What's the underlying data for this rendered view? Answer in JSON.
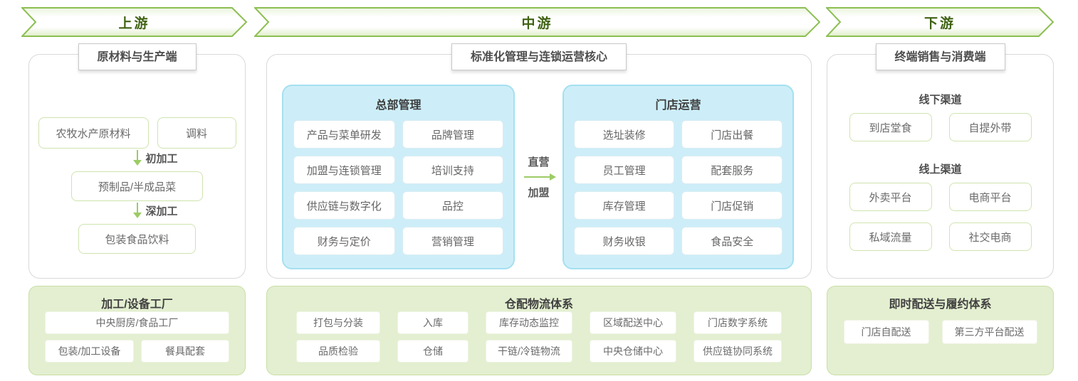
{
  "banners": {
    "upstream": "上游",
    "midstream": "中游",
    "downstream": "下游"
  },
  "upstream": {
    "title": "原材料与生产端",
    "nodes": {
      "raw": "农牧水产原材料",
      "seasoning": "调料",
      "semi": "预制品/半成品菜",
      "packaged": "包装食品饮料"
    },
    "arrows": {
      "primary": "初加工",
      "deep": "深加工"
    }
  },
  "midstream": {
    "title": "标准化管理与连锁运营核心",
    "hq": {
      "title": "总部管理",
      "items": [
        "产品与菜单研发",
        "品牌管理",
        "加盟与连锁管理",
        "培训支持",
        "供应链与数字化",
        "品控",
        "财务与定价",
        "营销管理"
      ]
    },
    "flow": {
      "top": "直营",
      "bottom": "加盟"
    },
    "store": {
      "title": "门店运营",
      "items": [
        "选址装修",
        "门店出餐",
        "员工管理",
        "配套服务",
        "库存管理",
        "门店促销",
        "财务收银",
        "食品安全"
      ]
    }
  },
  "downstream": {
    "title": "终端销售与消费端",
    "offline": {
      "title": "线下渠道",
      "items": [
        "到店堂食",
        "自提外带"
      ]
    },
    "online": {
      "title": "线上渠道",
      "items": [
        "外卖平台",
        "电商平台",
        "私域流量",
        "社交电商"
      ]
    }
  },
  "bottom": {
    "factory": {
      "title": "加工/设备工厂",
      "wide": "中央厨房/食品工厂",
      "items": [
        "包装/加工设备",
        "餐具配套"
      ]
    },
    "logistics": {
      "title": "仓配物流体系",
      "row1": [
        "打包与分装",
        "入库",
        "库存动态监控",
        "区域配送中心",
        "门店数字系统"
      ],
      "row2": [
        "品质检验",
        "仓储",
        "干链/冷链物流",
        "中央仓储中心",
        "供应链协同系统"
      ]
    },
    "delivery": {
      "title": "即时配送与履约体系",
      "items": [
        "门店自配送",
        "第三方平台配送"
      ]
    }
  },
  "colors": {
    "accent_green": "#8bc34a",
    "banner_text": "#3f6212",
    "panel_border": "#d9d9d9",
    "blue_fill": "#cdeef8",
    "blue_border": "#a5e0f0",
    "green_fill": "#e3efd0",
    "green_border": "#c9dfa6",
    "node_border": "#cfe4ae",
    "text_gray": "#6a6a6a"
  }
}
